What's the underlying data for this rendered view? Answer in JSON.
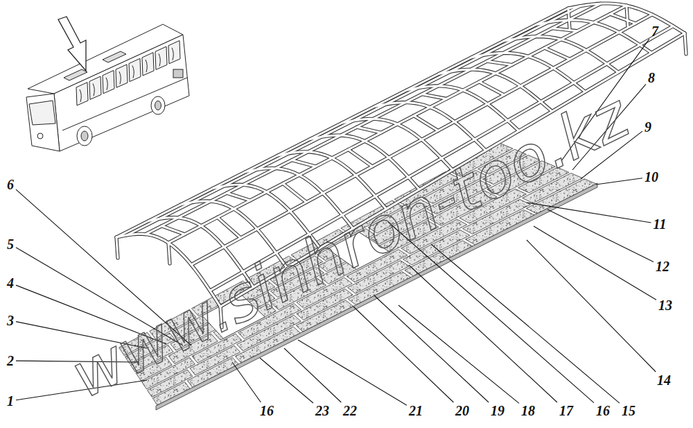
{
  "diagram": {
    "labels": [
      "1",
      "2",
      "3",
      "4",
      "5",
      "6",
      "7",
      "8",
      "9",
      "10",
      "11",
      "12",
      "13",
      "14",
      "15",
      "16",
      "17",
      "18",
      "19",
      "20",
      "21",
      "22",
      "23",
      "16",
      "www.sinhron-too.kz"
    ]
  }
}
